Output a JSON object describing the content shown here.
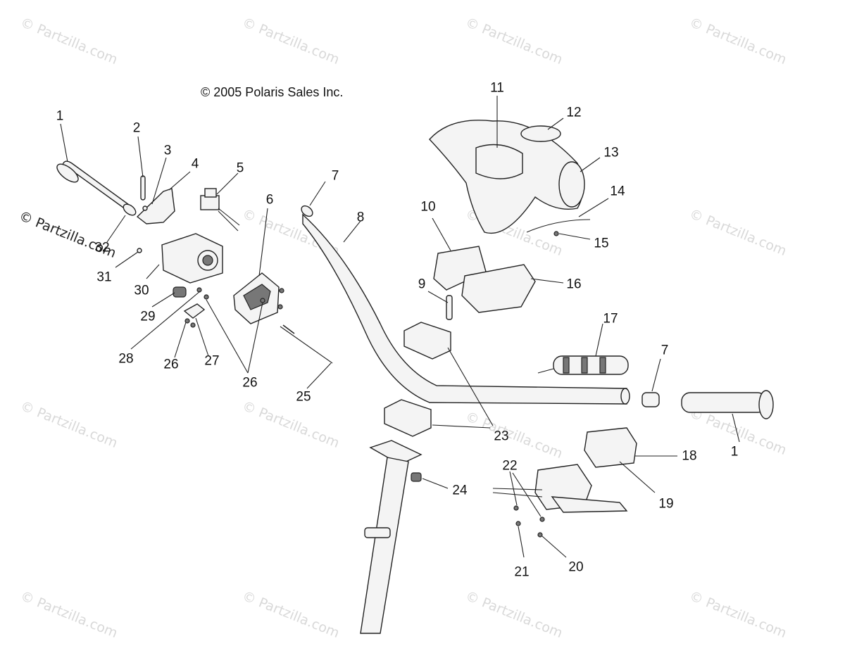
{
  "copyright": "© 2005 Polaris Sales Inc.",
  "watermark": "© Partzilla.com",
  "callouts": {
    "c1a": "1",
    "c1b": "1",
    "c2": "2",
    "c3": "3",
    "c4": "4",
    "c5": "5",
    "c6": "6",
    "c7a": "7",
    "c7b": "7",
    "c8": "8",
    "c9": "9",
    "c10": "10",
    "c11": "11",
    "c12": "12",
    "c13": "13",
    "c14": "14",
    "c15": "15",
    "c16": "16",
    "c17": "17",
    "c18": "18",
    "c19": "19",
    "c20": "20",
    "c21": "21",
    "c22": "22",
    "c23": "23",
    "c24": "24",
    "c25": "25",
    "c26a": "26",
    "c26b": "26",
    "c27": "27",
    "c28": "28",
    "c29": "29",
    "c30": "30",
    "c31": "31",
    "c32": "32"
  }
}
